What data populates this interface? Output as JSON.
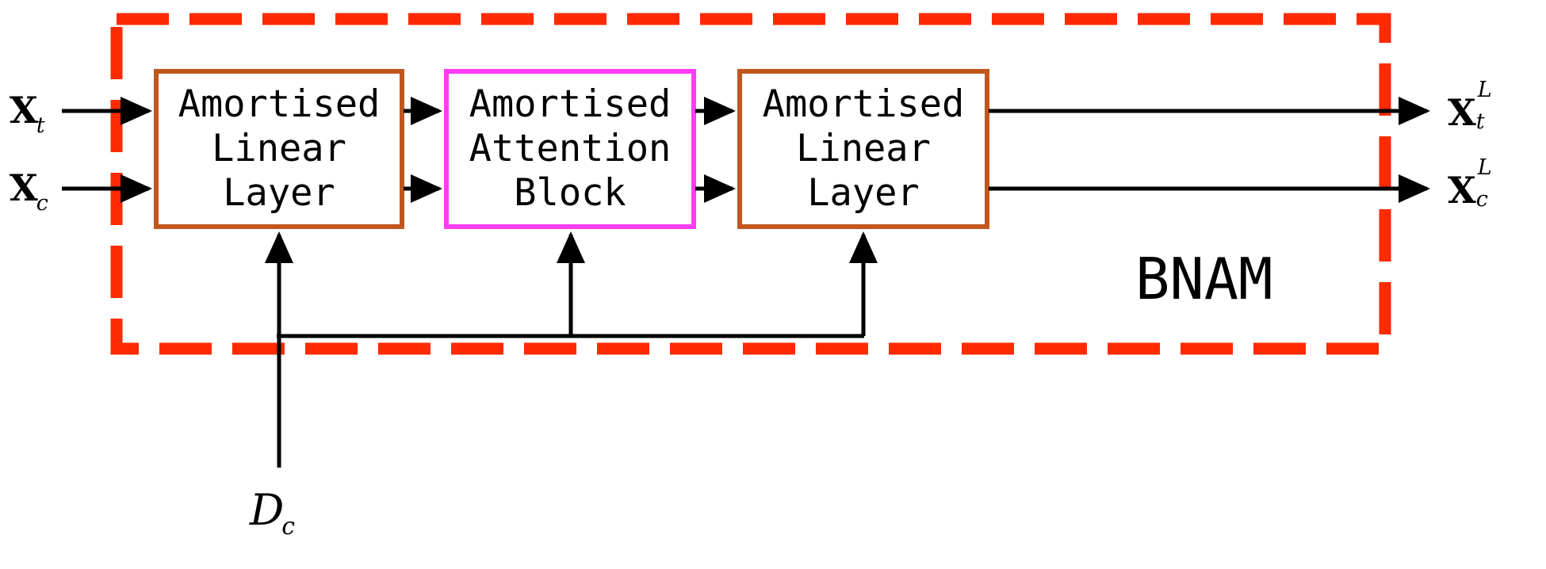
{
  "figure": {
    "title": "BNAM architecture block diagram",
    "group_label": "BNAM",
    "colors": {
      "dashed_group_border": "#FF2A00",
      "linear_block_border": "#C2571E",
      "attention_block_border": "#FF3CF5",
      "arrow": "#000000",
      "background": "#FFFFFF"
    }
  },
  "inputs": [
    {
      "id": "x_t",
      "base": "X",
      "sub": "t",
      "sup": "",
      "name": "input-x-t"
    },
    {
      "id": "x_c",
      "base": "X",
      "sub": "c",
      "sup": "",
      "name": "input-x-c"
    }
  ],
  "outputs": [
    {
      "id": "x_t_L",
      "base": "X",
      "sub": "t",
      "sup": "L",
      "name": "output-x-t-L"
    },
    {
      "id": "x_c_L",
      "base": "X",
      "sub": "c",
      "sup": "L",
      "name": "output-x-c-L"
    }
  ],
  "context_input": {
    "id": "d_c",
    "base": "D",
    "sub": "c",
    "name": "context-dataset-d-c"
  },
  "blocks": [
    {
      "id": "amortised-linear-layer-1",
      "lines": [
        "Amortised",
        "Linear",
        "Layer"
      ],
      "border_color": "#C2571E",
      "kind": "amortised-linear-layer"
    },
    {
      "id": "amortised-attention-block",
      "lines": [
        "Amortised",
        "Attention",
        "Block"
      ],
      "border_color": "#FF3CF5",
      "kind": "amortised-attention-block"
    },
    {
      "id": "amortised-linear-layer-2",
      "lines": [
        "Amortised",
        "Linear",
        "Layer"
      ],
      "border_color": "#C2571E",
      "kind": "amortised-linear-layer"
    }
  ],
  "edges": [
    {
      "from": "x_t",
      "to": "amortised-linear-layer-1",
      "name": "edge-xt-to-linear1"
    },
    {
      "from": "x_c",
      "to": "amortised-linear-layer-1",
      "name": "edge-xc-to-linear1"
    },
    {
      "from": "amortised-linear-layer-1",
      "to": "amortised-attention-block",
      "name": "edge-linear1-to-attention-top"
    },
    {
      "from": "amortised-linear-layer-1",
      "to": "amortised-attention-block",
      "name": "edge-linear1-to-attention-bottom"
    },
    {
      "from": "amortised-attention-block",
      "to": "amortised-linear-layer-2",
      "name": "edge-attention-to-linear2-top"
    },
    {
      "from": "amortised-attention-block",
      "to": "amortised-linear-layer-2",
      "name": "edge-attention-to-linear2-bottom"
    },
    {
      "from": "amortised-linear-layer-2",
      "to": "x_t_L",
      "name": "edge-linear2-to-xtL"
    },
    {
      "from": "amortised-linear-layer-2",
      "to": "x_c_L",
      "name": "edge-linear2-to-xcL"
    },
    {
      "from": "d_c",
      "to": "amortised-linear-layer-1",
      "name": "edge-dc-to-linear1"
    },
    {
      "from": "d_c",
      "to": "amortised-attention-block",
      "name": "edge-dc-to-attention"
    },
    {
      "from": "d_c",
      "to": "amortised-linear-layer-2",
      "name": "edge-dc-to-linear2"
    }
  ]
}
